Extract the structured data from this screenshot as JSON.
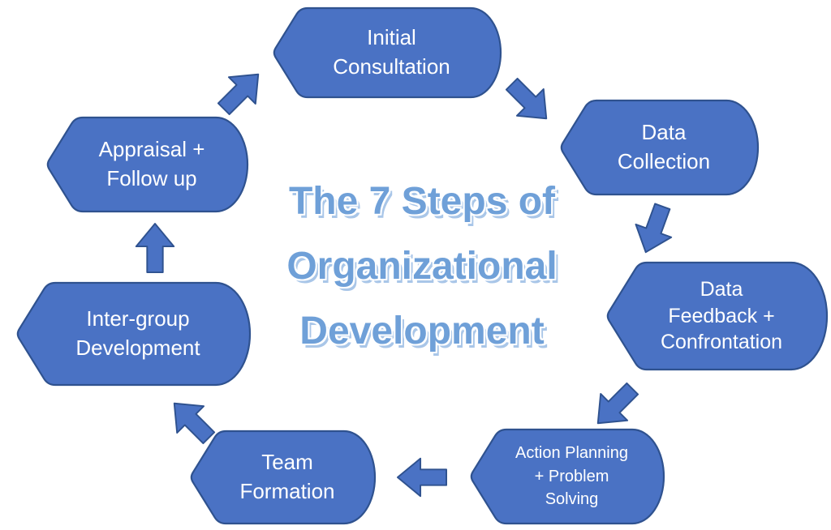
{
  "diagram": {
    "title": {
      "lines": [
        "The 7 Steps of",
        "Organizational",
        "Development"
      ]
    },
    "steps": [
      {
        "name": "Initial Consultation",
        "lines": [
          "Initial",
          "Consultation"
        ]
      },
      {
        "name": "Data Collection",
        "lines": [
          "Data",
          "Collection"
        ]
      },
      {
        "name": "Data Feedback + Confrontation",
        "lines": [
          "Data",
          "Feedback +",
          "Confrontation"
        ]
      },
      {
        "name": "Action Planning + Problem Solving",
        "lines": [
          "Action Planning",
          "+ Problem",
          "Solving"
        ]
      },
      {
        "name": "Team Formation",
        "lines": [
          "Team",
          "Formation"
        ]
      },
      {
        "name": "Inter-group Development",
        "lines": [
          "Inter-group",
          "Development"
        ]
      },
      {
        "name": "Appraisal + Follow up",
        "lines": [
          "Appraisal +",
          "Follow up"
        ]
      }
    ],
    "arrows": [
      {
        "from": "Initial Consultation",
        "to": "Data Collection"
      },
      {
        "from": "Data Collection",
        "to": "Data Feedback + Confrontation"
      },
      {
        "from": "Data Feedback + Confrontation",
        "to": "Action Planning + Problem Solving"
      },
      {
        "from": "Action Planning + Problem Solving",
        "to": "Team Formation"
      },
      {
        "from": "Team Formation",
        "to": "Inter-group Development"
      },
      {
        "from": "Inter-group Development",
        "to": "Appraisal + Follow up"
      },
      {
        "from": "Appraisal + Follow up",
        "to": "Initial Consultation"
      }
    ],
    "theme": {
      "background": "#ffffff",
      "shape_fill": "#4A72C4",
      "shape_border": "#2F528F",
      "shape_text": "#ffffff",
      "title_fill": "#6FA0D8",
      "title_outline": "#ffffff",
      "title_shadow": "#A9C6E8"
    }
  }
}
